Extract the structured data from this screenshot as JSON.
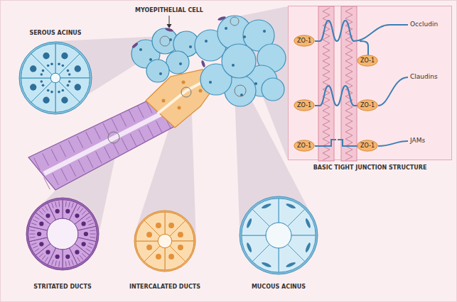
{
  "diagram": {
    "nodes": [
      {
        "text": [
          "SEROUS ACINUS"
        ]
      },
      {
        "text": [
          "BASIC TIGHT JUNCTION STRUCTURE"
        ]
      },
      {
        "text": [
          "ZO-1"
        ],
        "in": 1
      },
      {
        "text": [
          "ZO-1"
        ],
        "in": 1
      },
      {
        "text": [
          "ZO-1"
        ],
        "in": 1
      },
      {
        "text": [
          "ZO-1"
        ],
        "in": 1
      },
      {
        "text": [
          "ZO-1"
        ],
        "in": 1
      },
      {
        "text": [
          "ZO-1"
        ],
        "in": 1
      },
      {
        "text": [
          "STRITATED DUCTS"
        ]
      },
      {
        "text": [
          "INTERCALATED DUCTS"
        ]
      },
      {
        "text": [
          "MUCOUS ACINUS"
        ]
      }
    ],
    "labels": [
      "MYOEPITHELIAL CELL",
      "Occludin",
      "Claudins",
      "JAMs"
    ]
  }
}
